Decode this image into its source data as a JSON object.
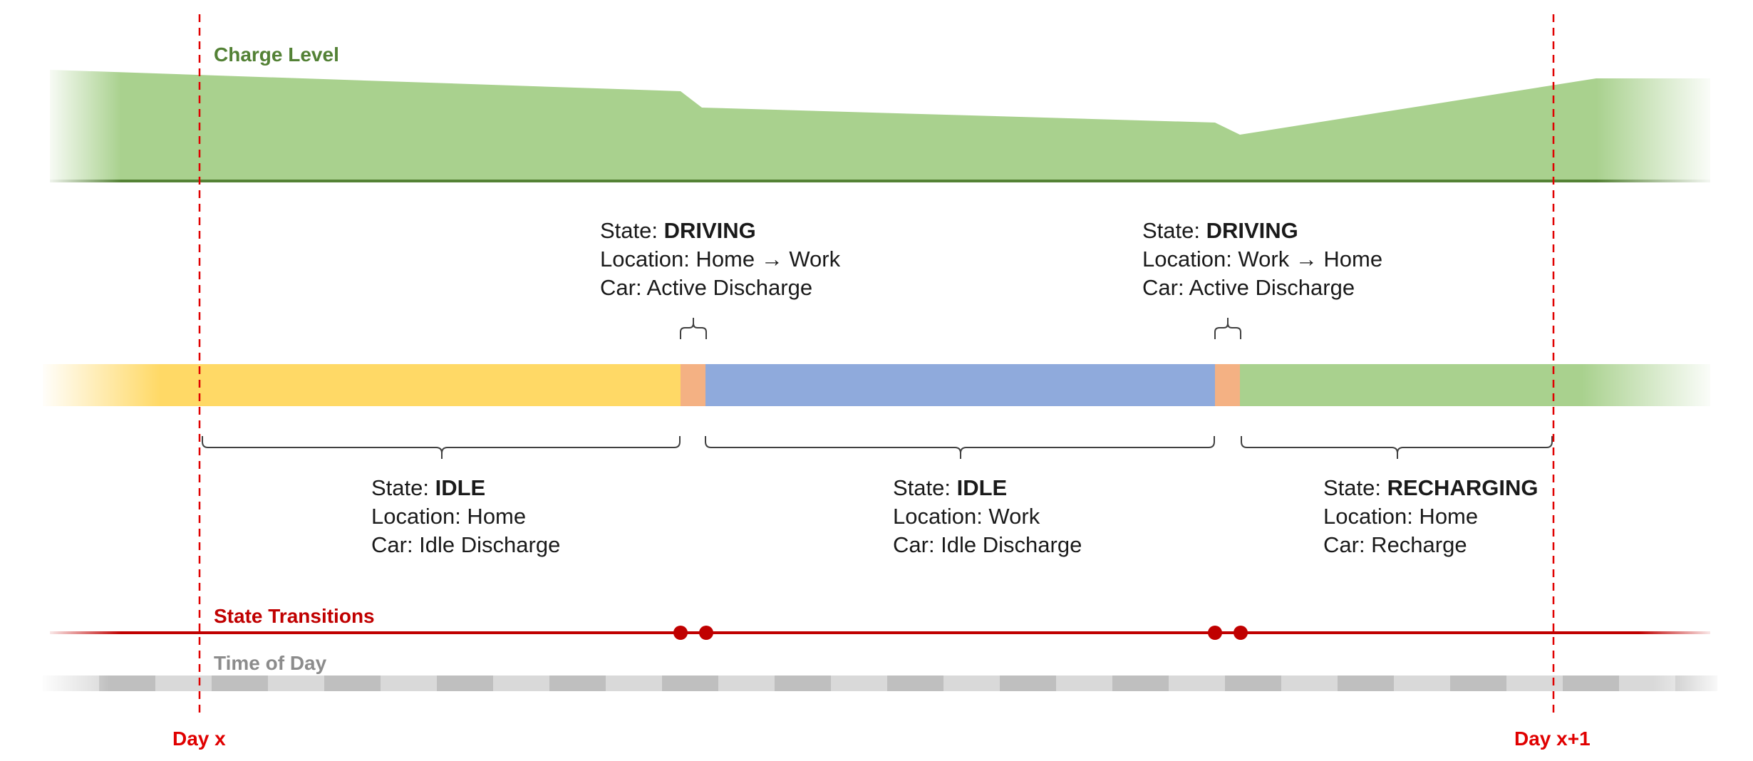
{
  "labels": {
    "charge_level": "Charge Level",
    "state_transitions": "State Transitions",
    "time_of_day": "Time of Day",
    "day_start": "Day x",
    "day_end": "Day x+1"
  },
  "states_above": [
    {
      "state_prefix": "State: ",
      "state": "DRIVING",
      "location": "Location: Home → Work",
      "car": "Car: Active Discharge"
    },
    {
      "state_prefix": "State: ",
      "state": "DRIVING",
      "location": "Location: Work → Home",
      "car": "Car: Active Discharge"
    }
  ],
  "states_below": [
    {
      "state_prefix": "State: ",
      "state": "IDLE",
      "location": "Location: Home",
      "car": "Car: Idle Discharge"
    },
    {
      "state_prefix": "State: ",
      "state": "IDLE",
      "location": "Location: Work",
      "car": "Car: Idle Discharge"
    },
    {
      "state_prefix": "State: ",
      "state": "RECHARGING",
      "location": "Location: Home",
      "car": "Car: Recharge"
    }
  ],
  "colors": {
    "charge_fill": "#a9d18e",
    "charge_base": "#548235",
    "idle_home": "#ffd966",
    "driving": "#f4b183",
    "idle_work": "#8faadc",
    "recharging": "#a9d18e",
    "transition_line": "#c00000",
    "day_marker": "#e00000",
    "time_dark": "#bfbfbf",
    "time_light": "#d9d9d9"
  }
}
